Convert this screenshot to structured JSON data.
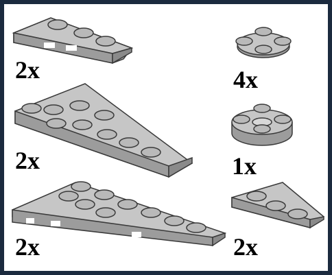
{
  "parts": [
    {
      "name": "wedge-plate-small",
      "quantity": "2x"
    },
    {
      "name": "wedge-plate-large",
      "quantity": "2x"
    },
    {
      "name": "wedge-plate-wide",
      "quantity": "2x"
    },
    {
      "name": "round-plate-4-studs",
      "quantity": "4x"
    },
    {
      "name": "round-plate-thick",
      "quantity": "1x"
    },
    {
      "name": "wedge-plate-right",
      "quantity": "2x"
    }
  ],
  "colors": {
    "border": "#1b2a3e",
    "part_fill": "#b3b3b3",
    "part_edge": "#3a3a3a"
  }
}
